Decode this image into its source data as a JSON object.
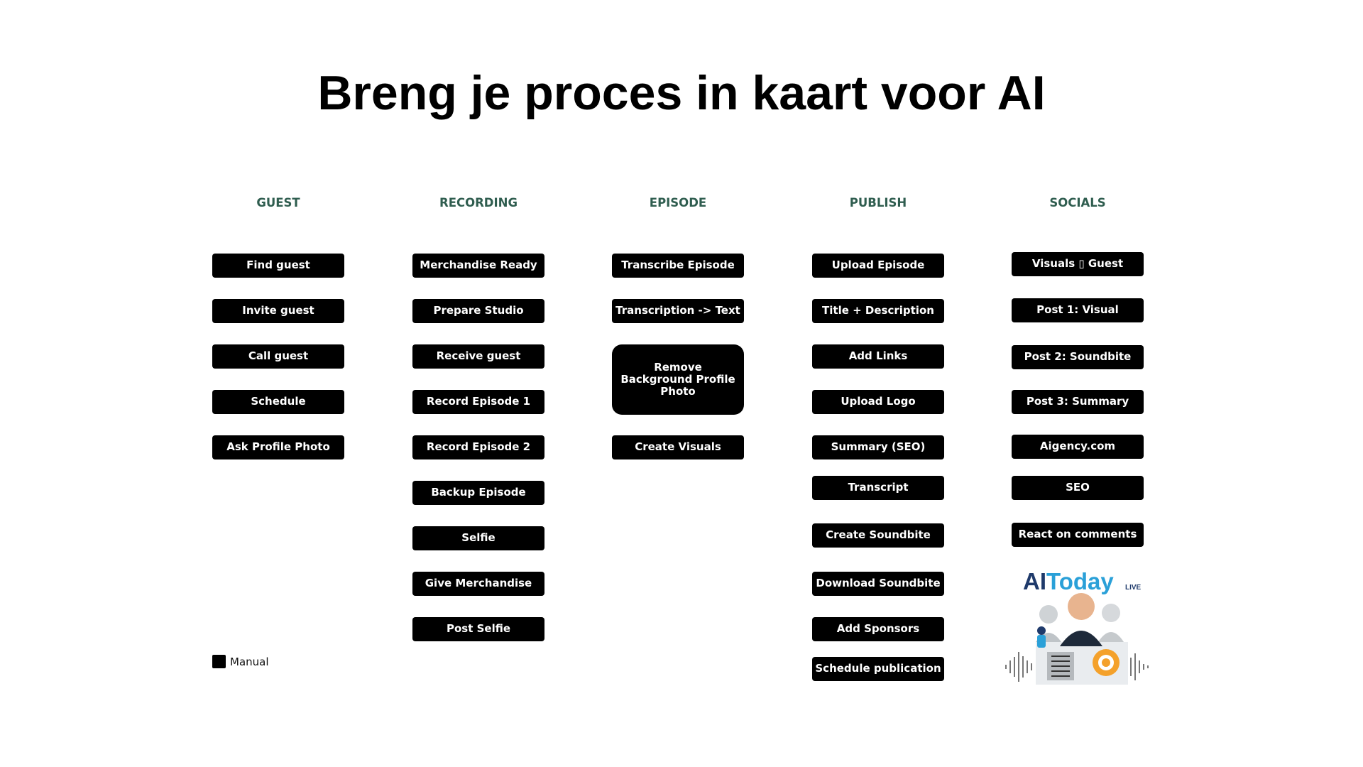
{
  "title": "Breng je proces in kaart voor AI",
  "columns": [
    {
      "header": "GUEST",
      "items": [
        "Find guest",
        "Invite guest",
        "Call guest",
        "Schedule",
        "Ask Profile Photo"
      ]
    },
    {
      "header": "RECORDING",
      "items": [
        "Merchandise Ready",
        "Prepare Studio",
        "Receive guest",
        "Record Episode 1",
        "Record Episode 2",
        "Backup Episode",
        "Selfie",
        "Give Merchandise",
        "Post Selfie"
      ]
    },
    {
      "header": "EPISODE",
      "items": [
        "Transcribe Episode",
        "Transcription -> Text",
        "Remove Background Profile Photo",
        "Create Visuals"
      ]
    },
    {
      "header": "PUBLISH",
      "items": [
        "Upload Episode",
        "Title + Description",
        "Add Links",
        "Upload Logo",
        "Summary (SEO)",
        "Transcript",
        "Create Soundbite",
        "Download Soundbite",
        "Add Sponsors",
        "Schedule publication"
      ]
    },
    {
      "header": "SOCIALS",
      "items": [
        "Visuals ▯ Guest",
        "Post 1: Visual",
        "Post 2: Soundbite",
        "Post 3: Summary",
        "Aigency.com",
        "SEO",
        "React on comments"
      ]
    }
  ],
  "legend": {
    "label": "Manual",
    "color": "#000000"
  },
  "logo": {
    "text_main": "AIToday",
    "text_small": "LIVE"
  },
  "colors": {
    "header": "#2f5d4f",
    "box": "#000000",
    "box_text": "#ffffff",
    "logo_blue": "#2aa0d8",
    "logo_dark": "#1f3a6b",
    "logo_orange": "#f4a12b"
  }
}
